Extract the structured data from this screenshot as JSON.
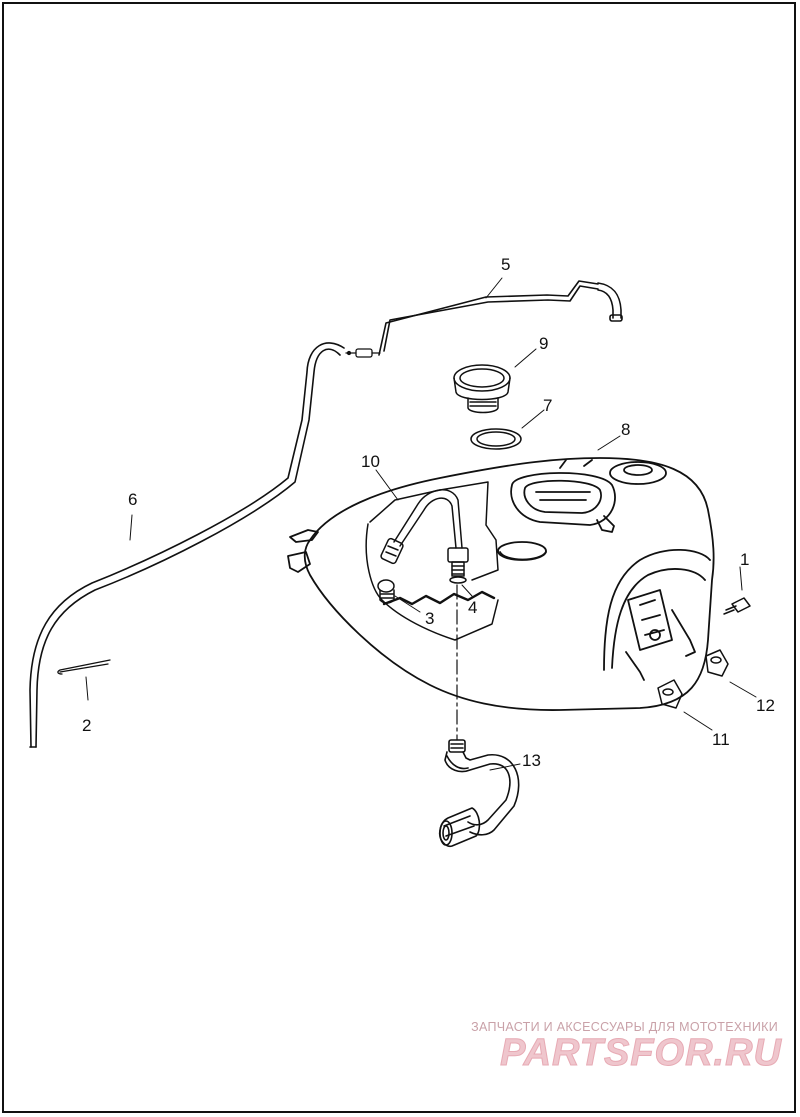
{
  "diagram": {
    "callouts": {
      "c1": "1",
      "c2": "2",
      "c3": "3",
      "c4": "4",
      "c5": "5",
      "c6": "6",
      "c7": "7",
      "c8": "8",
      "c9": "9",
      "c10": "10",
      "c11": "11",
      "c12": "12",
      "c13": "13"
    }
  },
  "watermark": {
    "tagline": "ЗАПЧАСТИ И АКСЕССУАРЫ ДЛЯ МОТОТЕХНИКИ",
    "logo_text": "PARTSFOR.RU",
    "color": "#e7aab4"
  }
}
